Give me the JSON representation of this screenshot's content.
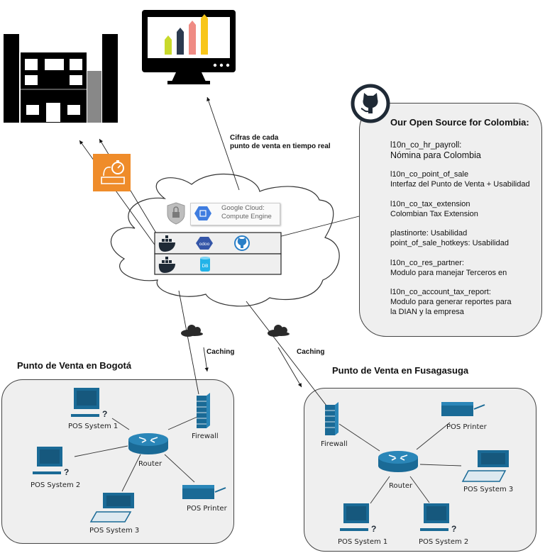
{
  "diagram": {
    "headquarters": {
      "icon": "office-building-icon"
    },
    "dashboard": {
      "icon": "monitor-bar-chart-icon",
      "bar_colors": [
        "#c8d92b",
        "#2b3a4f",
        "#ef8b84",
        "#f8c619"
      ]
    },
    "realtime_label": {
      "line1": "Cifras de cada",
      "line2": "punto de venta en tiempo real"
    },
    "report_icon": {
      "icon": "scheduled-report-icon",
      "color": "#ef8c2a"
    },
    "cloud": {
      "security_icon": "shield-lock-icon",
      "provider_line1": "Google Cloud:",
      "provider_line2": "Compute Engine",
      "containers": [
        {
          "docker_icon": "docker-icon",
          "services": [
            "odoo",
            "github"
          ]
        },
        {
          "docker_icon": "docker-icon",
          "services": [
            "DB"
          ]
        }
      ],
      "odoo_label": "odoo",
      "db_label": "DB"
    },
    "open_source": {
      "title": "Our Open Source for Colombia:",
      "entries": [
        {
          "line1": "l10n_co_hr_payroll:",
          "line2": "Nómina para Colombia"
        },
        {
          "line1": "l10n_co_point_of_sale",
          "line2": "Interfaz del Punto de Venta + Usabilidad"
        },
        {
          "line1": "l10n_co_tax_extension",
          "line2": "Colombian Tax Extension"
        },
        {
          "line1": "plastinorte: Usabilidad",
          "line2": "point_of_sale_hotkeys: Usabilidad"
        },
        {
          "line1": "l10n_co_res_partner:",
          "line2": "Modulo para manejar Terceros en"
        },
        {
          "line1": "l10n_co_account_tax_report:",
          "line2": "Modulo para generar reportes para",
          "line3": "la DIAN y la empresa"
        }
      ]
    },
    "caching_label": "Caching",
    "sites": [
      {
        "title": "Punto de Venta en Bogotá",
        "devices": {
          "pos1": "POS System 1",
          "pos2": "POS System 2",
          "pos3": "POS System 3",
          "router": "Router",
          "firewall": "Firewall",
          "printer": "POS Printer"
        }
      },
      {
        "title": "Punto de Venta en Fusagasuga",
        "devices": {
          "pos1": "POS System 1",
          "pos2": "POS System 2",
          "pos3": "POS System 3",
          "router": "Router",
          "firewall": "Firewall",
          "printer": "POS Printer"
        }
      }
    ],
    "colors": {
      "network_blue": "#1a6a96",
      "github_blue": "#2a7fc7",
      "dark": "#1f2a36",
      "box_fill": "#efefef"
    }
  }
}
